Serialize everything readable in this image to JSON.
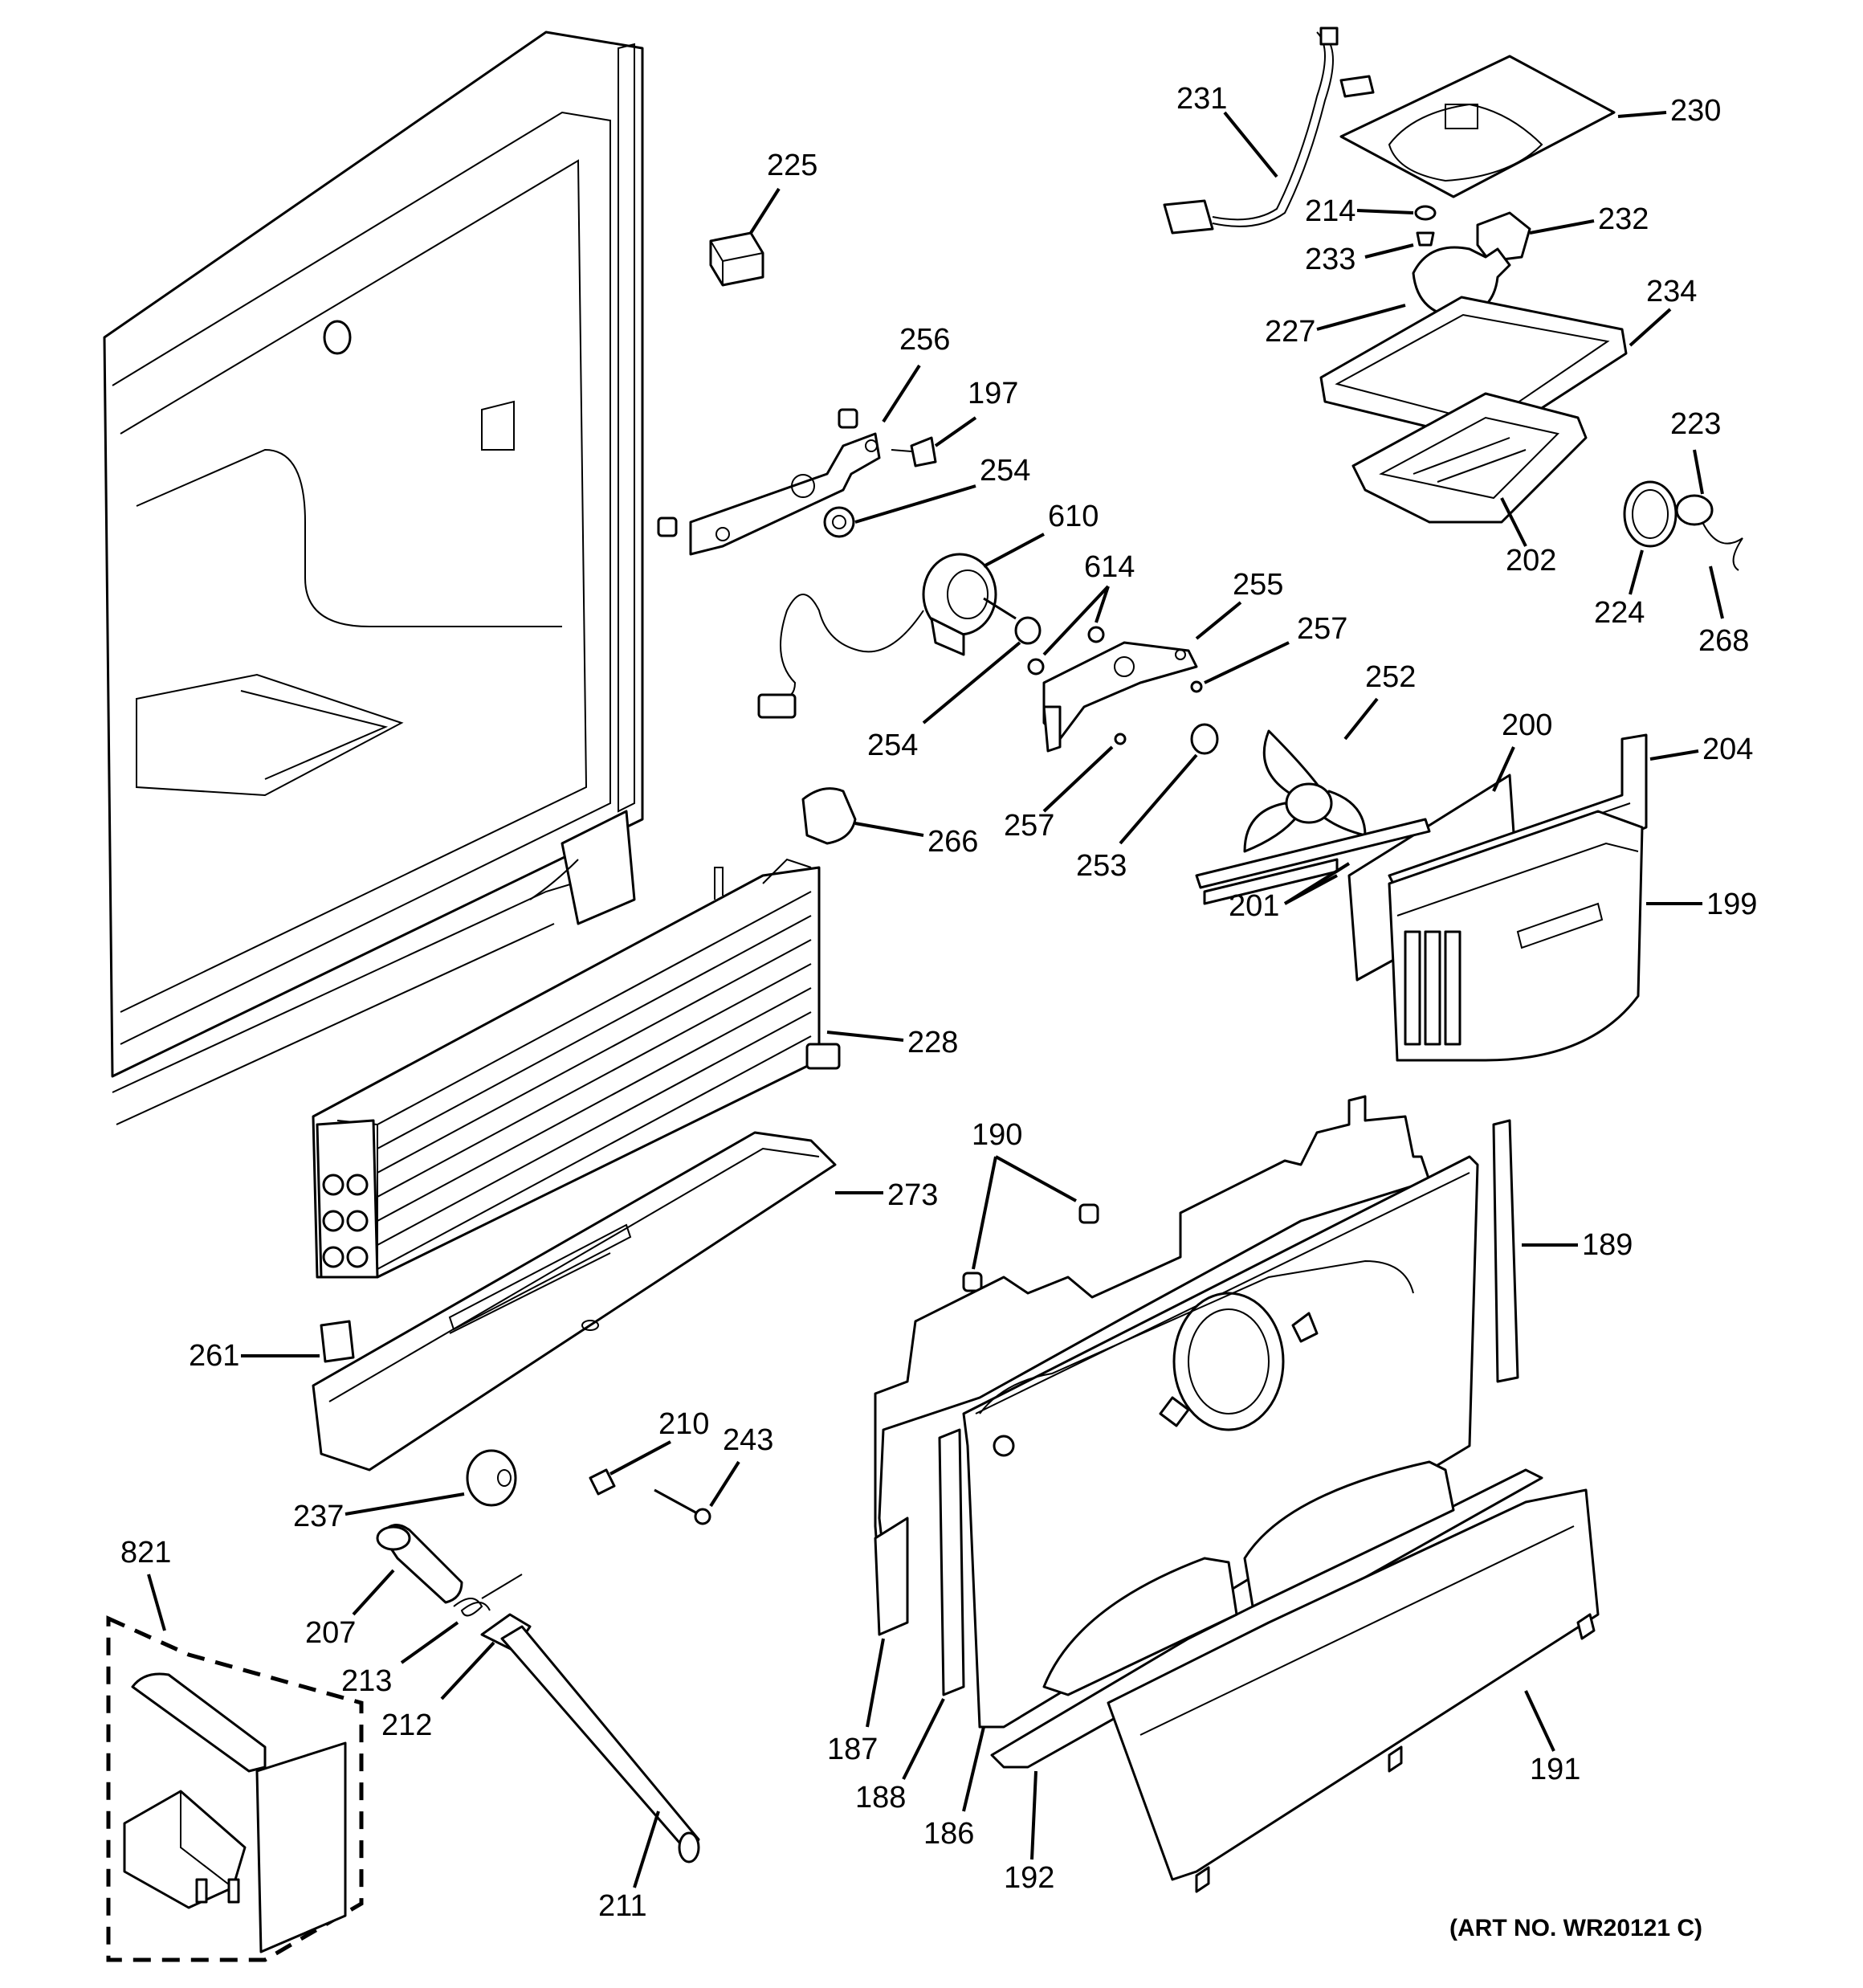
{
  "diagram": {
    "art_number": "(ART NO. WR20121 C)",
    "callouts": {
      "c186": "186",
      "c187": "187",
      "c188": "188",
      "c189": "189",
      "c190": "190",
      "c191": "191",
      "c192": "192",
      "c197": "197",
      "c199": "199",
      "c200": "200",
      "c201": "201",
      "c202": "202",
      "c204": "204",
      "c207": "207",
      "c210": "210",
      "c211": "211",
      "c212": "212",
      "c213": "213",
      "c214": "214",
      "c223": "223",
      "c224": "224",
      "c225": "225",
      "c227": "227",
      "c228": "228",
      "c230": "230",
      "c231": "231",
      "c232": "232",
      "c233": "233",
      "c234": "234",
      "c237": "237",
      "c243": "243",
      "c252": "252",
      "c253": "253",
      "c254a": "254",
      "c254b": "254",
      "c255": "255",
      "c256": "256",
      "c257a": "257",
      "c257b": "257",
      "c261": "261",
      "c266": "266",
      "c268": "268",
      "c273": "273",
      "c610": "610",
      "c614": "614",
      "c821": "821"
    }
  }
}
